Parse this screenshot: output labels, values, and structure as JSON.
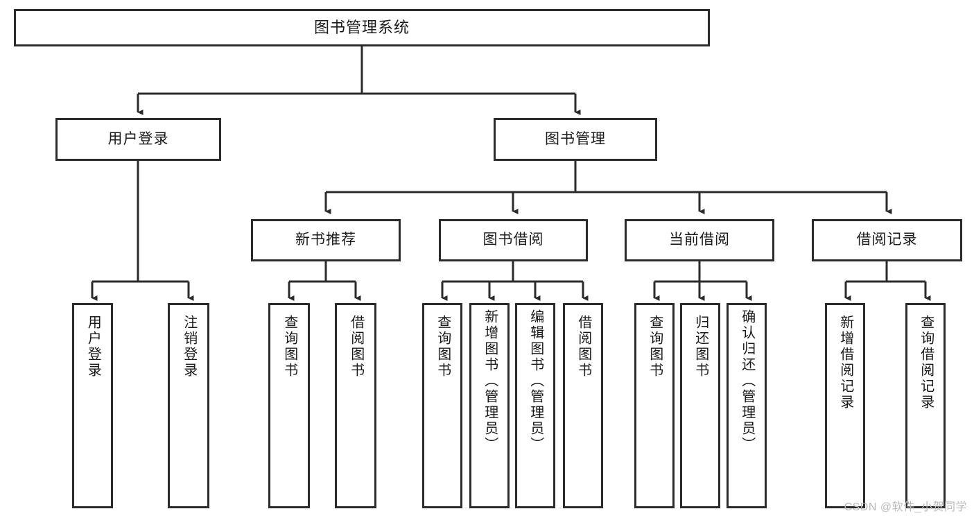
{
  "diagram": {
    "title": "图书管理系统",
    "watermark": "CSDN @软件_小贺同学",
    "type": "tree-hierarchy-diagram",
    "root": {
      "label": "图书管理系统"
    },
    "level1": [
      {
        "label": "用户登录"
      },
      {
        "label": "图书管理"
      }
    ],
    "level2": [
      {
        "label": "新书推荐"
      },
      {
        "label": "图书借阅"
      },
      {
        "label": "当前借阅"
      },
      {
        "label": "借阅记录"
      }
    ],
    "leaves": {
      "user_login": [
        {
          "label": "用户登录"
        },
        {
          "label": "注销登录"
        }
      ],
      "new_book_recommend": [
        {
          "label": "查询图书"
        },
        {
          "label": "借阅图书"
        }
      ],
      "book_borrow": [
        {
          "label": "查询图书"
        },
        {
          "label": "新增图书（管理员）"
        },
        {
          "label": "编辑图书（管理员）"
        },
        {
          "label": "借阅图书"
        }
      ],
      "current_borrow": [
        {
          "label": "查询图书"
        },
        {
          "label": "归还图书"
        },
        {
          "label": "确认归还（管理员）"
        }
      ],
      "borrow_record": [
        {
          "label": "新增借阅记录"
        },
        {
          "label": "查询借阅记录"
        }
      ]
    },
    "colors": {
      "border": "#2b2b2b",
      "background": "#ffffff",
      "text": "#1a1a1a",
      "watermark": "#b9b9b9"
    }
  }
}
